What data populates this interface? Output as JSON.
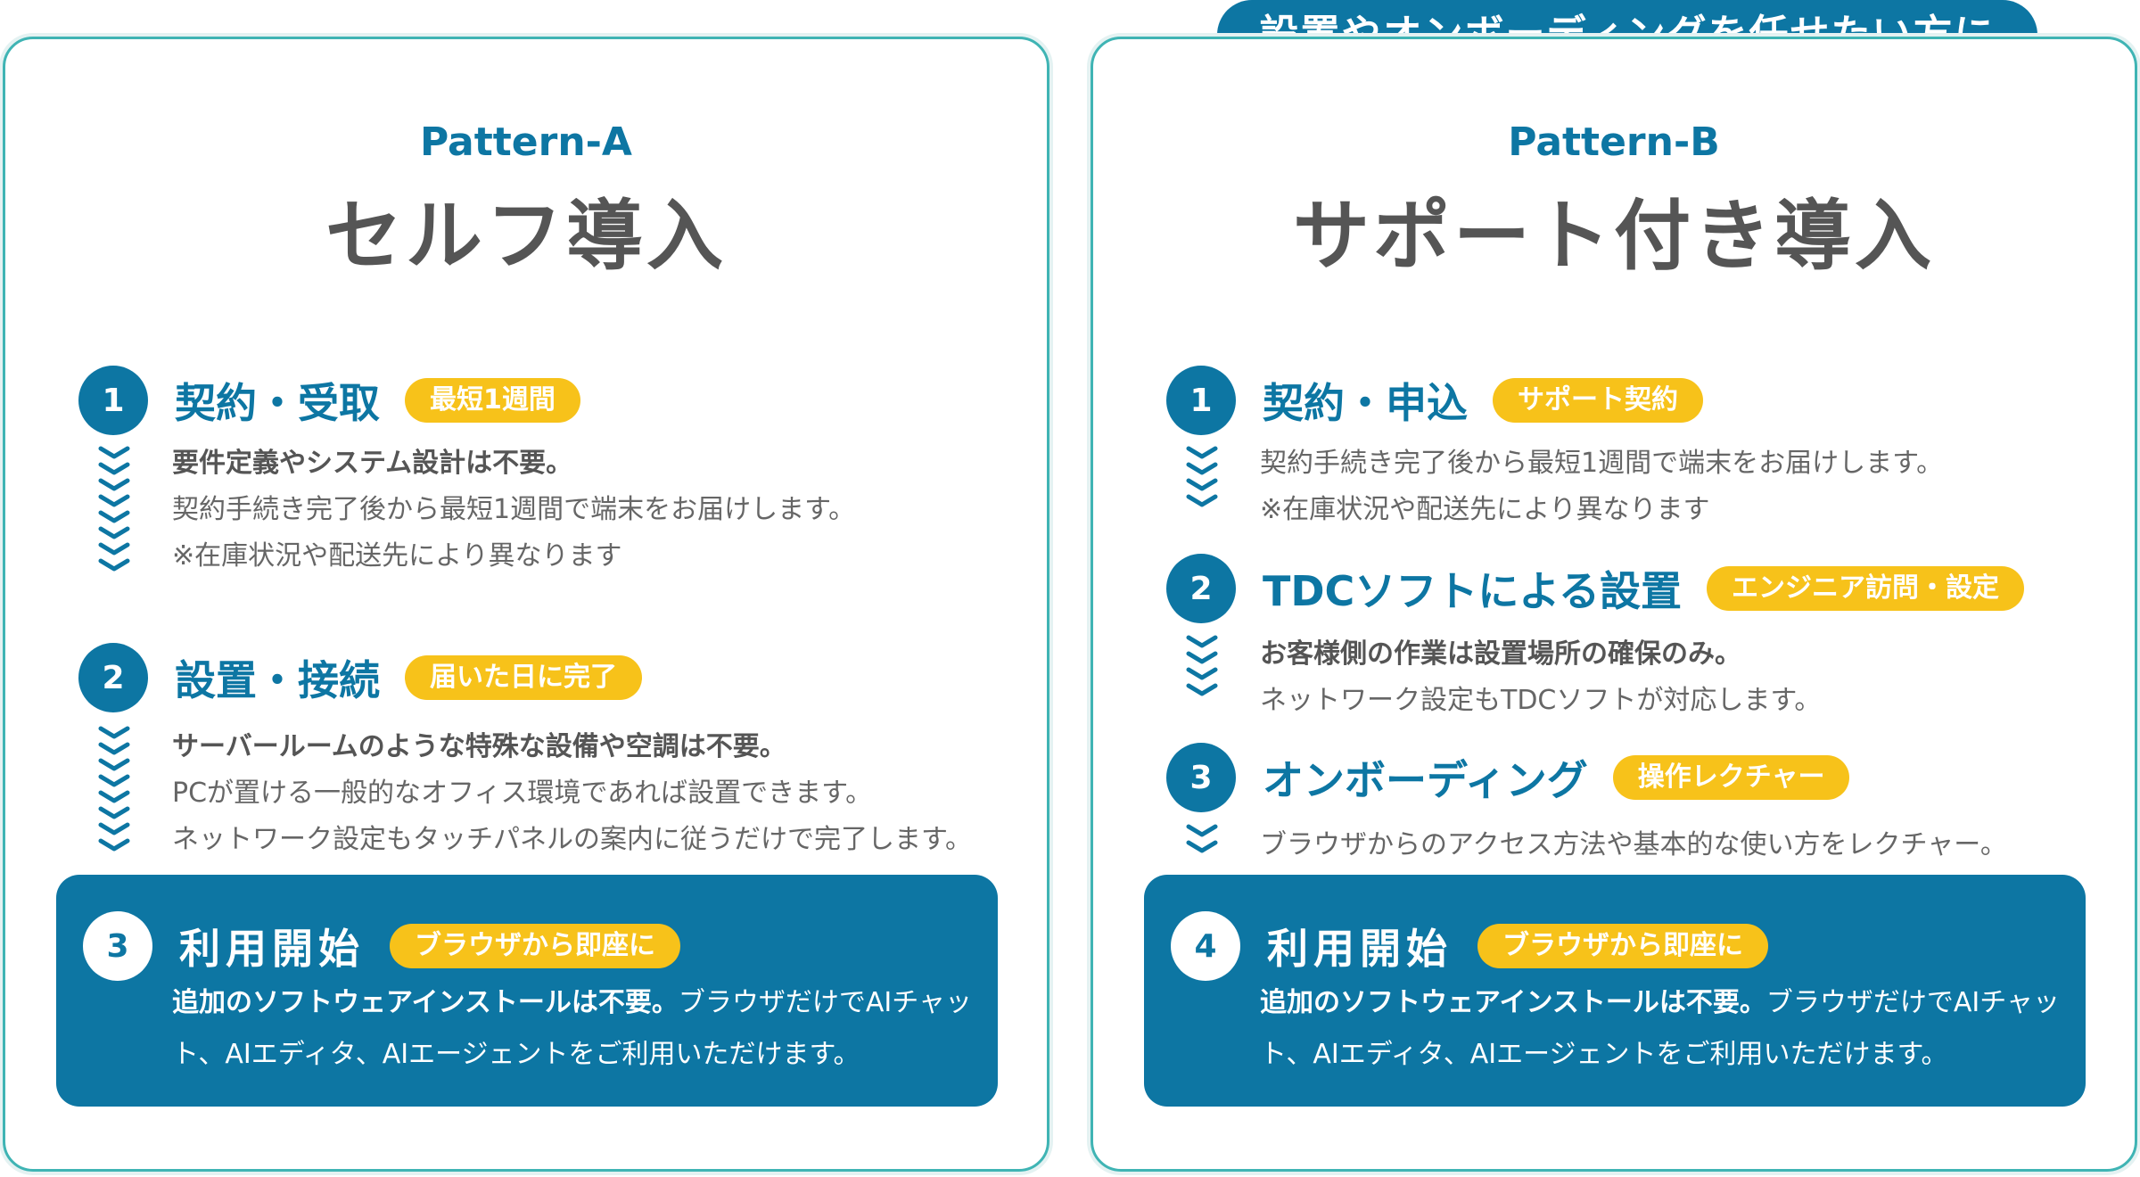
{
  "bubble": {
    "text": "設置やオンボーディングを任せたい方に"
  },
  "card_a": {
    "pattern": "Pattern-A",
    "title": "セルフ導入",
    "steps": [
      {
        "num": "1",
        "title": "契約・受取",
        "badge": "最短1週間",
        "strong": "要件定義やシステム設計は不要。",
        "lines": [
          "契約手続き完了後から最短1週間で端末をお届けします。",
          "※在庫状況や配送先により異なります"
        ]
      },
      {
        "num": "2",
        "title": "設置・接続",
        "badge": "届いた日に完了",
        "strong": "サーバールームのような特殊な設備や空調は不要。",
        "lines": [
          "PCが置ける一般的なオフィス環境であれば設置できます。",
          "ネットワーク設定もタッチパネルの案内に従うだけで完了します。"
        ]
      }
    ],
    "final": {
      "num": "3",
      "title": "利用開始",
      "badge": "ブラウザから即座に",
      "strong": "追加のソフトウェアインストールは不要。",
      "text": "ブラウザだけでAIチャット、AIエディタ、AIエージェントをご利用いただけます。"
    }
  },
  "card_b": {
    "pattern": "Pattern-B",
    "title": "サポート付き導入",
    "steps": [
      {
        "num": "1",
        "title": "契約・申込",
        "badge": "サポート契約",
        "lines": [
          "契約手続き完了後から最短1週間で端末をお届けします。",
          "※在庫状況や配送先により異なります"
        ]
      },
      {
        "num": "2",
        "title": "TDCソフトによる設置",
        "badge": "エンジニア訪問・設定",
        "strong": "お客様側の作業は設置場所の確保のみ。",
        "lines": [
          "ネットワーク設定もTDCソフトが対応します。"
        ]
      },
      {
        "num": "3",
        "title": "オンボーディング",
        "badge": "操作レクチャー",
        "lines": [
          "ブラウザからのアクセス方法や基本的な使い方をレクチャー。"
        ]
      }
    ],
    "final": {
      "num": "4",
      "title": "利用開始",
      "badge": "ブラウザから即座に",
      "strong": "追加のソフトウェアインストールは不要。",
      "text": "ブラウザだけでAIチャット、AIエディタ、AIエージェントをご利用いただけます。"
    }
  },
  "colors": {
    "accent": "#0d76a3",
    "badge": "#f7c21a",
    "border": "#3fb4b4",
    "text": "#555555"
  },
  "icons": {
    "chevron": "chevron-down-icon"
  }
}
